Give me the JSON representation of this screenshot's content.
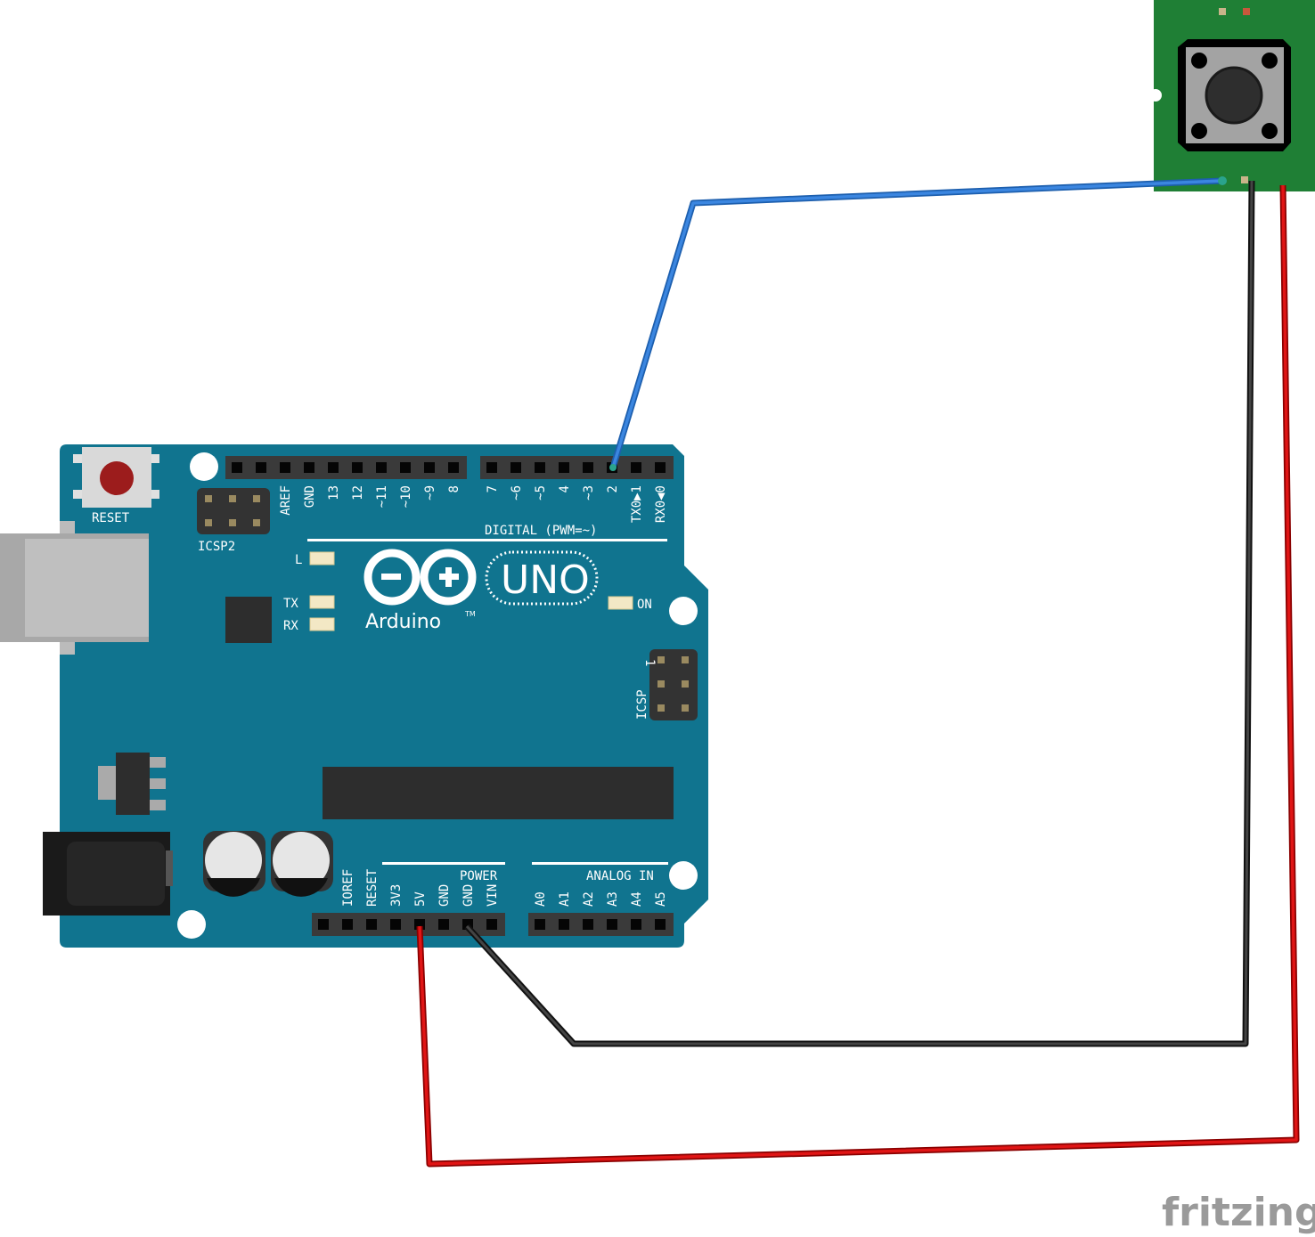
{
  "board": {
    "name": "Arduino",
    "trademark": "TM",
    "model": "UNO",
    "reset_label": "RESET",
    "icsp2_label": "ICSP2",
    "icsp_label": "ICSP",
    "icsp_pin1": "1",
    "led_l": "L",
    "led_tx": "TX",
    "led_rx": "RX",
    "led_on": "ON",
    "digital_label": "DIGITAL (PWM=~)",
    "power_label": "POWER",
    "analog_label": "ANALOG IN",
    "header_top_left": [
      "",
      "",
      "AREF",
      "GND",
      "13",
      "12",
      "~11",
      "~10",
      "~9",
      "8"
    ],
    "header_top_right": [
      "7",
      "~6",
      "~5",
      "4",
      "~3",
      "2",
      "TX0▶1",
      "RX0◀0"
    ],
    "header_power": [
      "",
      "IOREF",
      "RESET",
      "3V3",
      "5V",
      "GND",
      "GND",
      "VIN"
    ],
    "header_analog": [
      "A0",
      "A1",
      "A2",
      "A3",
      "A4",
      "A5"
    ],
    "color": "#10748f"
  },
  "button_module": {
    "color": "#1f7f35"
  },
  "wires": [
    {
      "name": "signal-wire",
      "from": "D2",
      "to": "button-signal",
      "color": "#2f7fdc"
    },
    {
      "name": "ground-wire",
      "from": "GND",
      "to": "button-gnd",
      "color": "#222222"
    },
    {
      "name": "power-wire",
      "from": "5V",
      "to": "button-vcc",
      "color": "#d11010"
    }
  ],
  "watermark": "fritzing"
}
